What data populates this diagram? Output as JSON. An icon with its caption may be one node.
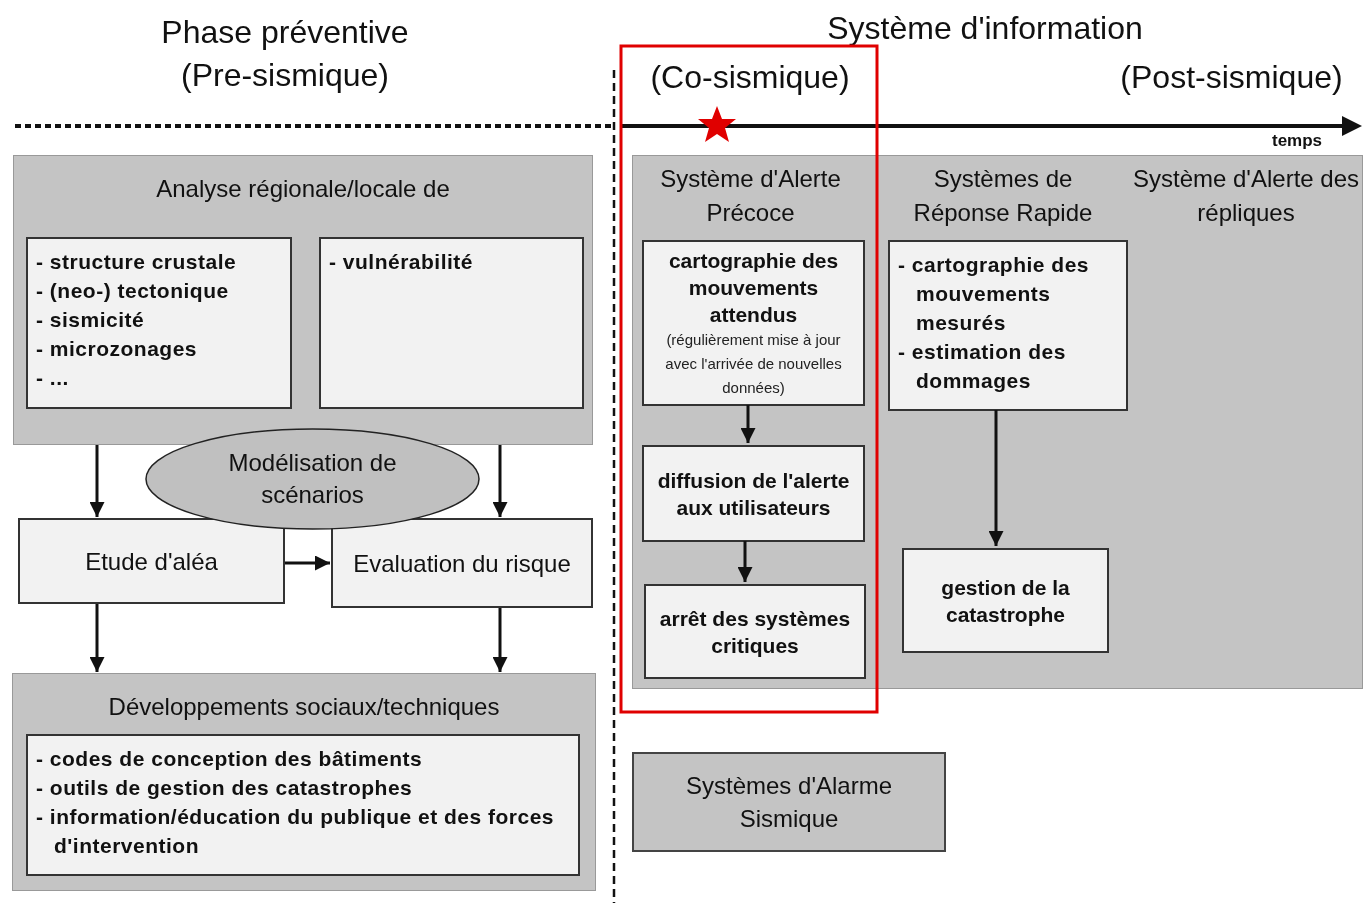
{
  "diagram": {
    "nodes": [
      {
        "text": [
          "Analyse régionale/locale de"
        ]
      },
      {
        "text": [
          "- structure crustale",
          "- (neo-) tectonique",
          "- sismicité",
          "- microzonages",
          "- ..."
        ],
        "in": 0
      },
      {
        "text": [
          "- vulnérabilité"
        ],
        "in": 0
      },
      {
        "text": [
          "Modélisation de scénarios"
        ]
      },
      {
        "text": [
          "Etude d'aléa"
        ]
      },
      {
        "text": [
          "Evaluation du risque"
        ]
      },
      {
        "text": [
          "Développements sociaux/techniques"
        ]
      },
      {
        "text": [
          "- codes de conception des bâtiments",
          "- outils de gestion des catastrophes",
          "- information/éducation du publique et des forces d'intervention"
        ],
        "in": 6
      },
      {
        "text": [
          "Système d'Alerte Précoce",
          "Systèmes de Réponse Rapide",
          "Système d'Alerte des répliques"
        ]
      },
      {
        "text": [
          "cartographie des mouvements attendus",
          "(régulièrement mise à jour avec l'arrivée de nouvelles données)"
        ],
        "in": 8
      },
      {
        "text": [
          "diffusion de l'alerte aux utilisateurs"
        ],
        "in": 8
      },
      {
        "text": [
          "arrêt des systèmes critiques"
        ],
        "in": 8
      },
      {
        "text": [
          "- cartographie des mouvements mesurés",
          "- estimation des dommages"
        ],
        "in": 8
      },
      {
        "text": [
          "gestion de la catastrophe"
        ],
        "in": 8
      },
      {
        "text": [
          "Systèmes d'Alarme Sismique"
        ]
      }
    ],
    "edges": [
      {
        "from": 0,
        "to": 4,
        "arrow": "to"
      },
      {
        "from": 0,
        "to": 5,
        "arrow": "to"
      },
      {
        "from": 4,
        "to": 5,
        "arrow": "to"
      },
      {
        "from": 4,
        "to": 6,
        "arrow": "to"
      },
      {
        "from": 5,
        "to": 6,
        "arrow": "to"
      },
      {
        "from": 9,
        "to": 10,
        "arrow": "to"
      },
      {
        "from": 10,
        "to": 11,
        "arrow": "to"
      },
      {
        "from": 12,
        "to": 13,
        "arrow": "to"
      }
    ],
    "labels": [
      "Phase préventive",
      "(Pre-sismique)",
      "Système d'information",
      "(Co-sismique)",
      "(Post-sismique)",
      "temps"
    ]
  }
}
